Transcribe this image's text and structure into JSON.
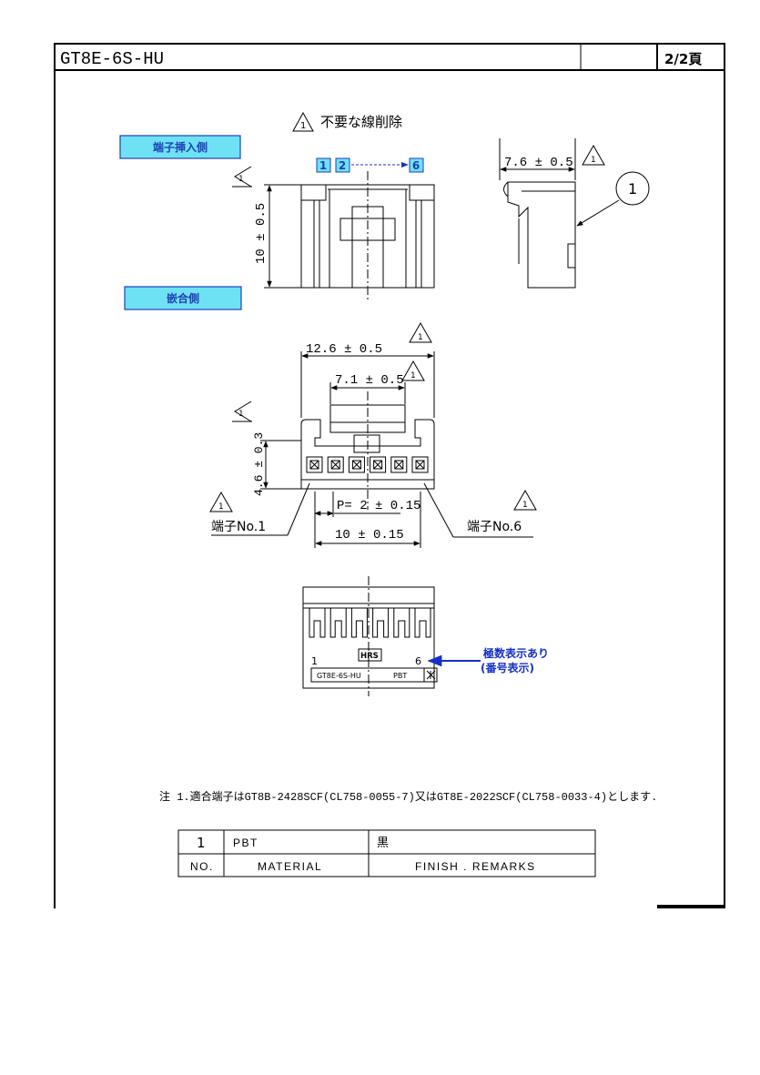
{
  "header": {
    "title": "GT8E-6S-HU",
    "page": "2/2頁"
  },
  "revision_note": {
    "symbol": "1",
    "text": "不要な線削除"
  },
  "labels": {
    "insertion_side": "端子挿入側",
    "mating_side": "嵌合側",
    "pin_start_a": "1",
    "pin_start_b": "2",
    "pin_end": "6",
    "balloon": "1"
  },
  "dimensions": {
    "depth": "7.6 ± 0.5",
    "height": "10 ± 0.5",
    "overall_width": "12.6 ± 0.5",
    "inner_width": "7.1 ± 0.5",
    "mating_height": "4.6 ± 0.3",
    "pitch": "P= 2 ± 0.15",
    "span": "10 ± 0.15"
  },
  "terminals": {
    "left": "端子No.1",
    "right": "端子No.6"
  },
  "bottom_view": {
    "pin_left": "1",
    "pin_right": "6",
    "logo": "HRS",
    "part_marking": "GT8E-6S-HU",
    "material_marking": "PBT",
    "polarity_label_line1": "極数表示あり",
    "polarity_label_line2": "(番号表示)"
  },
  "note": "注 1.適合端子はGT8B-2428SCF(CL758-0055-7)又はGT8E-2022SCF(CL758-0033-4)とします.",
  "material_table": {
    "rows": [
      {
        "no": "1",
        "material": "PBT",
        "finish": "黒"
      }
    ],
    "headers": {
      "no": "NO.",
      "material": "MATERIAL",
      "finish": "FINISH . REMARKS"
    }
  },
  "colors": {
    "label_fill": "#6ee2f4",
    "label_text": "#1f3fb8",
    "arrow_blue": "#1530c8"
  }
}
